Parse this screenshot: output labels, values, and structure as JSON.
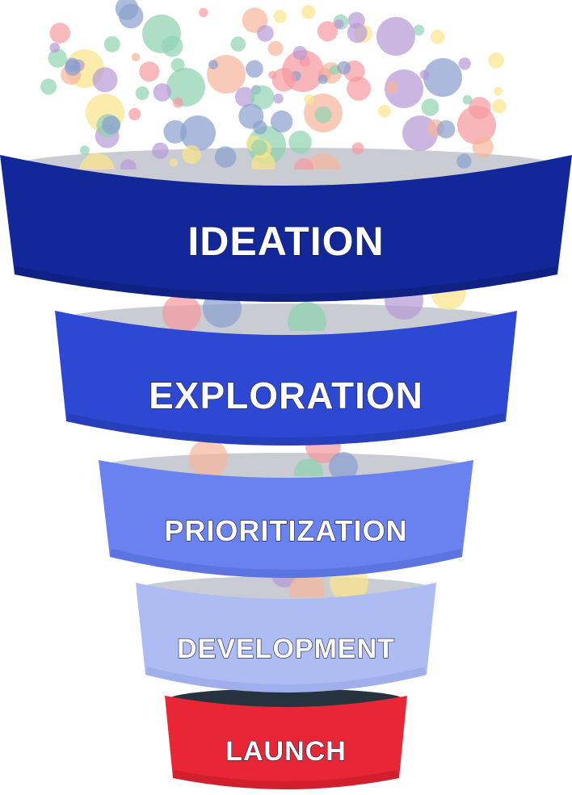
{
  "diagram": {
    "type": "funnel",
    "stages": [
      {
        "label": "IDEATION",
        "color": "#12289a",
        "shade": "#0c1d73"
      },
      {
        "label": "EXPLORATION",
        "color": "#2d48d3",
        "shade": "#2238a8"
      },
      {
        "label": "PRIORITIZATION",
        "color": "#6a82f0",
        "shade": "#5069d2"
      },
      {
        "label": "DEVELOPMENT",
        "color": "#aebcf4",
        "shade": "#93a4e4"
      },
      {
        "label": "LAUNCH",
        "color": "#e92636",
        "shade": "#bf1927"
      }
    ],
    "rim_colors": {
      "inner": "#c9cdd3",
      "bottom_inner": "#26323d"
    },
    "bubble_palette": [
      "#8fd3b0",
      "#b79ad6",
      "#fbe58a",
      "#f7b59b",
      "#f59aa0",
      "#8aa0cf"
    ]
  }
}
